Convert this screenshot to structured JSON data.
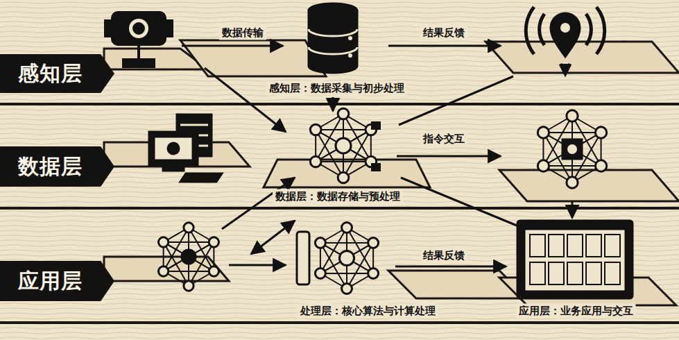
{
  "diagram": {
    "nodes": [
      {
        "text": [
          "感知层"
        ]
      },
      {
        "text": [
          "数据层"
        ]
      },
      {
        "text": [
          "应用层"
        ]
      }
    ],
    "labels": [
      "数据传输",
      "结果反馈",
      "感知层：数据采集与初步处理",
      "指令交互",
      "数据层：数据存储与预处理",
      "结果反馈",
      "处理层：核心算法与计算处理",
      "应用层：业务应用与交互"
    ]
  }
}
